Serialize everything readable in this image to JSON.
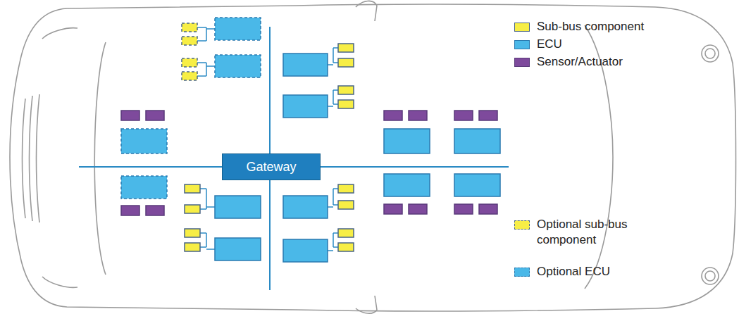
{
  "diagram": {
    "nodes": [
      {
        "text": [
          "Gateway"
        ]
      }
    ],
    "legend": [
      {
        "text": "Sub-bus component",
        "color": "#f7ee45"
      },
      {
        "text": "ECU",
        "color": "#4ab8e8"
      },
      {
        "text": "Sensor/Actuator",
        "color": "#7e4a9c"
      },
      {
        "text": "Optional sub-bus component"
      },
      {
        "text": "Optional ECU"
      }
    ]
  }
}
